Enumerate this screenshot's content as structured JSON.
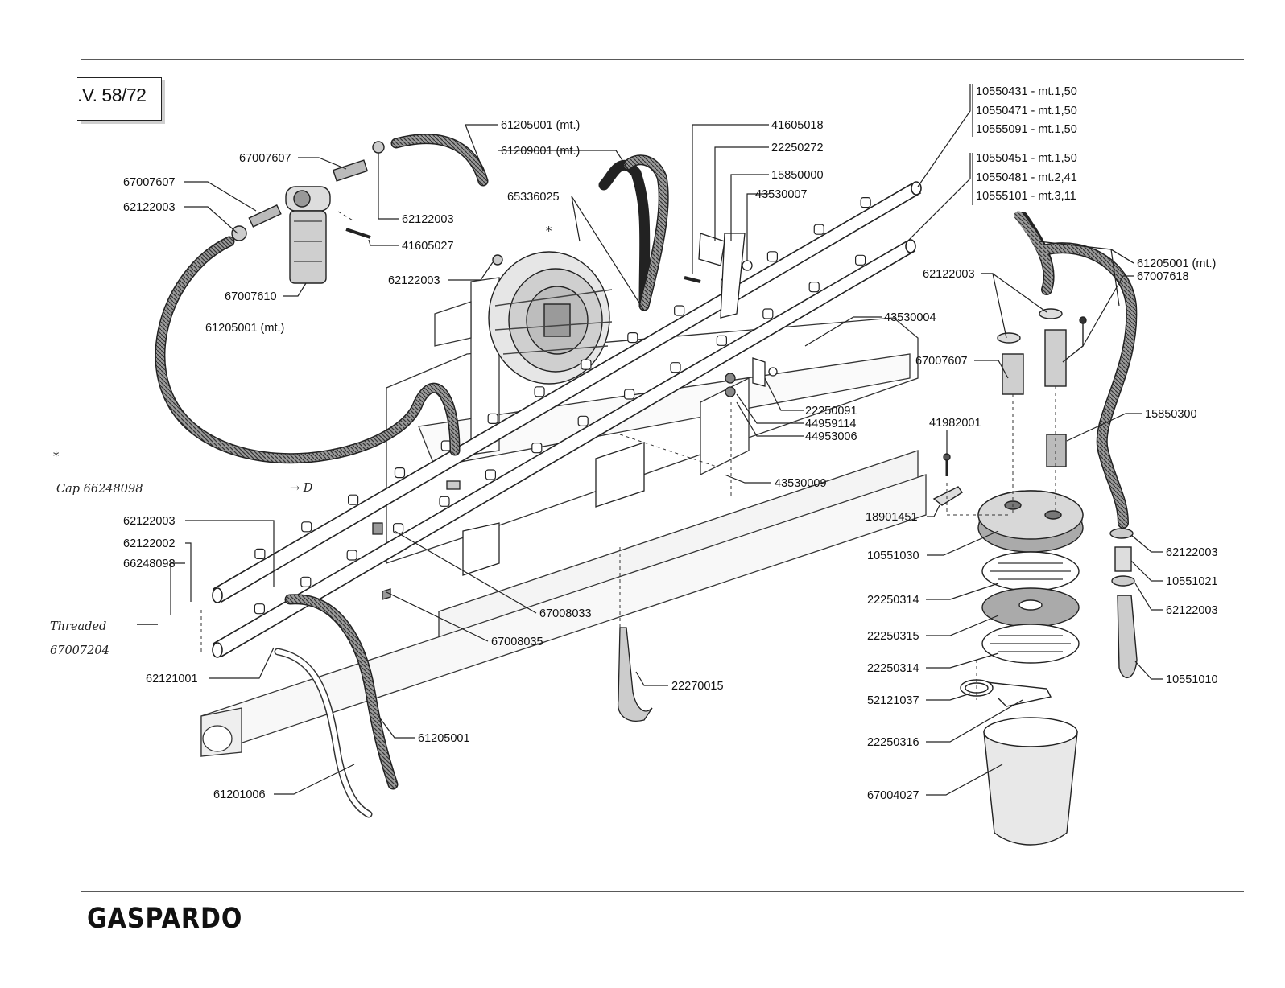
{
  "header": {
    "table_ref": ".V. 58/72"
  },
  "footer": {
    "brand": "GASPARDO"
  },
  "labels": {
    "l1": "61205001",
    "l1u": "(mt.)",
    "l2": "61209001",
    "l2u": "(mt.)",
    "l3": "67007607",
    "l4": "67007607",
    "l5": "62122003",
    "l6": "62122003",
    "l7": "41605027",
    "l8": "65336025",
    "l9": "62122003",
    "l10": "67007610",
    "l11": "61205001",
    "l11u": "(mt.)",
    "l12": "41605018",
    "l13": "22250272",
    "l14": "15850000",
    "l15": "43530007",
    "l16": "43530004",
    "l17": "22250091",
    "l18": "44959114",
    "l19": "44953006",
    "l20": "43530009",
    "l21": "62122003",
    "l22": "62122002",
    "l23": "66248098",
    "l24": "67008033",
    "l25": "67008035",
    "l26": "62121001",
    "l27": "22270015",
    "l28": "61205001",
    "l29": "61201006",
    "r1a": "10550431 - ",
    "r1b": "mt.1,50",
    "r2a": "10550471 - ",
    "r2b": "mt.1,50",
    "r3a": "10555091 - ",
    "r3b": "mt.1,50",
    "r4a": "10550451 - ",
    "r4b": "mt.1,50",
    "r5a": "10550481 - ",
    "r5b": "mt.2,41",
    "r6a": "10555101 - ",
    "r6b": "mt.3,11",
    "r7": "61205001",
    "r7u": "(mt.)",
    "r8": "67007618",
    "r9": "62122003",
    "r10": "67007607",
    "r11": "15850300",
    "r12": "41982001",
    "r13": "18901451",
    "r14": "10551030",
    "r15": "62122003",
    "r16": "10551021",
    "r17": "62122003",
    "r18": "22250314",
    "r19": "22250315",
    "r20": "22250314",
    "r21": "10551010",
    "r22": "52121037",
    "r23": "22250316",
    "r24": "67004027"
  },
  "handwriting": {
    "star": "*",
    "cap_note": "Cap 66248098",
    "arrow_note": "→ D",
    "threaded": "Threaded",
    "threaded_num": "67007204",
    "star2": "*"
  }
}
